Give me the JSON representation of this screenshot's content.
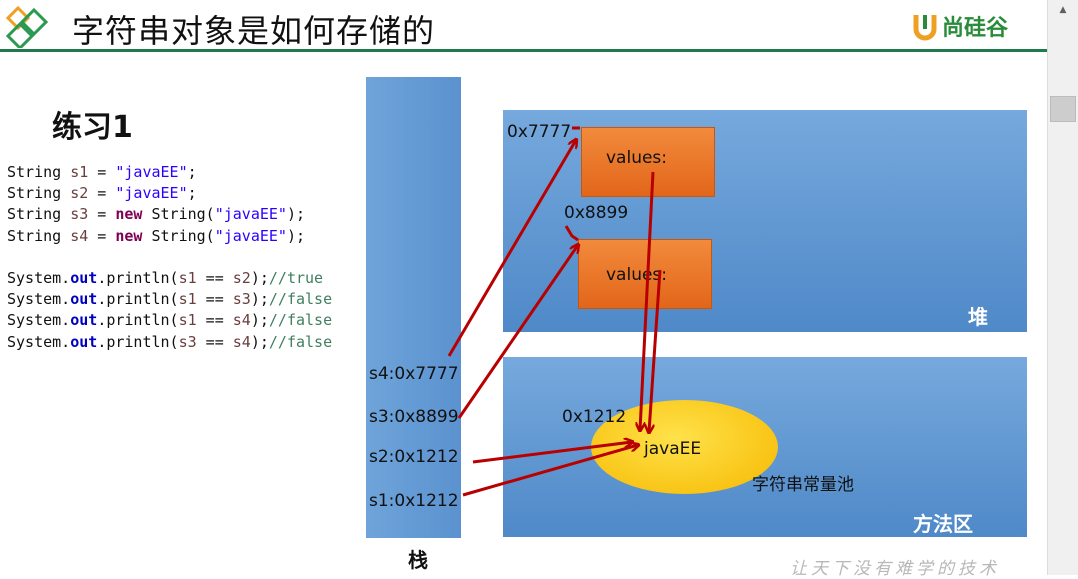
{
  "header": {
    "title": "字符串对象是如何存储的",
    "brand": "尚硅谷"
  },
  "exercise_title": "练习1",
  "code": {
    "lines": [
      [
        {
          "t": "String ",
          "c": ""
        },
        {
          "t": "s1",
          "c": "k-var"
        },
        {
          "t": " = ",
          "c": ""
        },
        {
          "t": "\"javaEE\"",
          "c": "k-str"
        },
        {
          "t": ";",
          "c": ""
        }
      ],
      [
        {
          "t": "String ",
          "c": ""
        },
        {
          "t": "s2",
          "c": "k-var"
        },
        {
          "t": " = ",
          "c": ""
        },
        {
          "t": "\"javaEE\"",
          "c": "k-str"
        },
        {
          "t": ";",
          "c": ""
        }
      ],
      [
        {
          "t": "String ",
          "c": ""
        },
        {
          "t": "s3",
          "c": "k-var"
        },
        {
          "t": " = ",
          "c": ""
        },
        {
          "t": "new",
          "c": "k-kw"
        },
        {
          "t": " String(",
          "c": ""
        },
        {
          "t": "\"javaEE\"",
          "c": "k-str"
        },
        {
          "t": ");",
          "c": ""
        }
      ],
      [
        {
          "t": "String ",
          "c": ""
        },
        {
          "t": "s4",
          "c": "k-var"
        },
        {
          "t": " = ",
          "c": ""
        },
        {
          "t": "new",
          "c": "k-kw"
        },
        {
          "t": " String(",
          "c": ""
        },
        {
          "t": "\"javaEE\"",
          "c": "k-str"
        },
        {
          "t": ");",
          "c": ""
        }
      ],
      [],
      [
        {
          "t": "System.",
          "c": ""
        },
        {
          "t": "out",
          "c": "k-field"
        },
        {
          "t": ".println(",
          "c": ""
        },
        {
          "t": "s1",
          "c": "k-var"
        },
        {
          "t": " == ",
          "c": ""
        },
        {
          "t": "s2",
          "c": "k-var"
        },
        {
          "t": ");",
          "c": ""
        },
        {
          "t": "//true",
          "c": "k-cmt"
        }
      ],
      [
        {
          "t": "System.",
          "c": ""
        },
        {
          "t": "out",
          "c": "k-field"
        },
        {
          "t": ".println(",
          "c": ""
        },
        {
          "t": "s1",
          "c": "k-var"
        },
        {
          "t": " == ",
          "c": ""
        },
        {
          "t": "s3",
          "c": "k-var"
        },
        {
          "t": ");",
          "c": ""
        },
        {
          "t": "//false",
          "c": "k-cmt"
        }
      ],
      [
        {
          "t": "System.",
          "c": ""
        },
        {
          "t": "out",
          "c": "k-field"
        },
        {
          "t": ".println(",
          "c": ""
        },
        {
          "t": "s1",
          "c": "k-var"
        },
        {
          "t": " == ",
          "c": ""
        },
        {
          "t": "s4",
          "c": "k-var"
        },
        {
          "t": ");",
          "c": ""
        },
        {
          "t": "//false",
          "c": "k-cmt"
        }
      ],
      [
        {
          "t": "System.",
          "c": ""
        },
        {
          "t": "out",
          "c": "k-field"
        },
        {
          "t": ".println(",
          "c": ""
        },
        {
          "t": "s3",
          "c": "k-var"
        },
        {
          "t": " == ",
          "c": ""
        },
        {
          "t": "s4",
          "c": "k-var"
        },
        {
          "t": ");",
          "c": ""
        },
        {
          "t": "//false",
          "c": "k-cmt"
        }
      ]
    ]
  },
  "diagram": {
    "stack_label": "栈",
    "heap_label": "堆",
    "method_label": "方法区",
    "stack_vars": [
      "s4:0x7777",
      "s3:0x8899",
      "s2:0x1212",
      "s1:0x1212"
    ],
    "heap_objects": [
      {
        "addr": "0x7777",
        "label": "values:"
      },
      {
        "addr": "0x8899",
        "label": "values:"
      }
    ],
    "pool_addr": "0x1212",
    "pool_value": "javaEE",
    "pool_label": "字符串常量池",
    "arrow_color": "#b80000"
  },
  "footer": {
    "watermark": "让天下没有难学的技术"
  }
}
